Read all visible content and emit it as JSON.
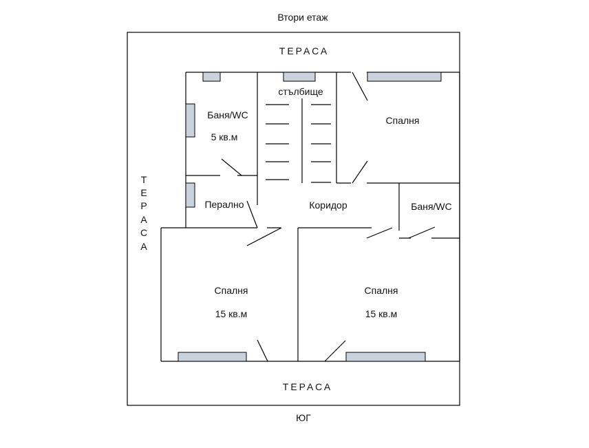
{
  "floor_title": "Втори етаж",
  "compass": "ЮГ",
  "terrace_top": "ТЕРАСА",
  "terrace_bottom": "ТЕРАСА",
  "terrace_left": [
    "Т",
    "Е",
    "Р",
    "А",
    "С",
    "А"
  ],
  "rooms": {
    "bath_left": {
      "name": "Баня/WC",
      "area": "5 кв.м"
    },
    "stairs": {
      "name": "стълбище"
    },
    "bedroom_top_right": {
      "name": "Спалня"
    },
    "laundry": {
      "name": "Перално"
    },
    "corridor": {
      "name": "Коридор"
    },
    "bath_right": {
      "name": "Баня/WC"
    },
    "bedroom_bottom_left": {
      "name": "Спалня",
      "area": "15 кв.м"
    },
    "bedroom_bottom_right": {
      "name": "Спалня",
      "area": "15 кв.м"
    }
  },
  "colors": {
    "window_fill": "#c8d3dd",
    "wall": "#000000"
  }
}
